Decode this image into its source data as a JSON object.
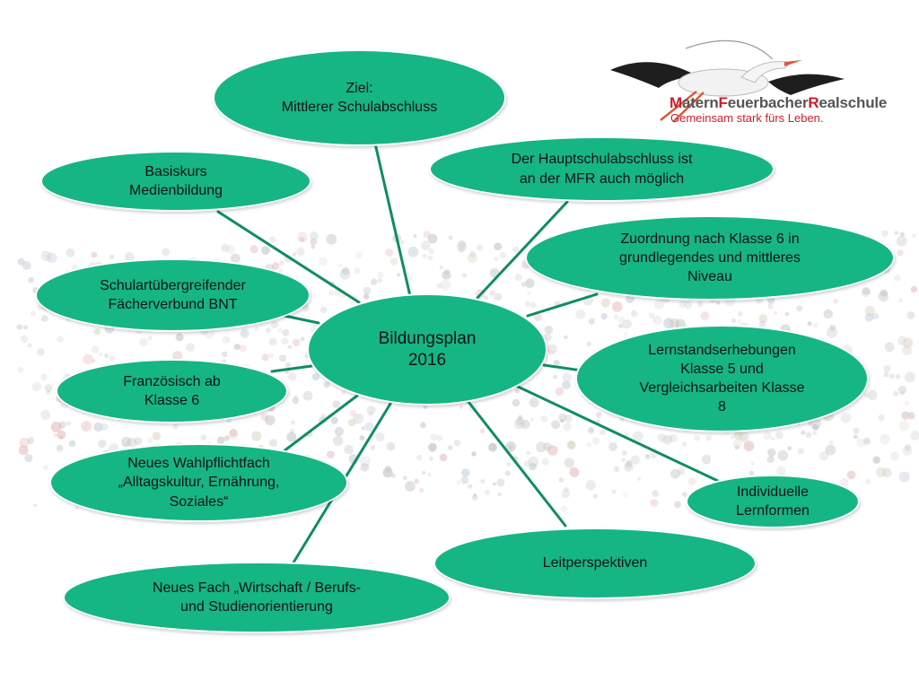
{
  "center": {
    "lines": "Bildungsplan\n2016"
  },
  "nodes": [
    {
      "id": "ziel",
      "lines": "Ziel:\nMittlerer Schulabschluss"
    },
    {
      "id": "hauptschulabschluss",
      "lines": "Der Hauptschulabschluss ist\nan der MFR auch möglich"
    },
    {
      "id": "basiskurs",
      "lines": "Basiskurs\nMedienbildung"
    },
    {
      "id": "zuordnung",
      "lines": "Zuordnung nach Klasse 6 in\ngrundlegendes und mittleres\nNiveau"
    },
    {
      "id": "bnt",
      "lines": "Schulartübergreifender\nFächerverbund BNT"
    },
    {
      "id": "lernstand",
      "lines": "Lernstandserhebungen\nKlasse 5 und\nVergleichsarbeiten Klasse\n8"
    },
    {
      "id": "franzoesisch",
      "lines": "Französisch ab\nKlasse 6"
    },
    {
      "id": "wahlpflichtfach",
      "lines": "Neues Wahlpflichtfach\n„Alltagskultur, Ernährung,\nSoziales“"
    },
    {
      "id": "lernformen",
      "lines": "Individuelle\nLernformen"
    },
    {
      "id": "leitperspektiven",
      "lines": "Leitperspektiven"
    },
    {
      "id": "wirtschaft",
      "lines": "Neues Fach „Wirtschaft / Berufs-\nund Studienorientierung"
    }
  ],
  "logo": {
    "name_parts": [
      {
        "cap": "M",
        "rest": "atern"
      },
      {
        "cap": "F",
        "rest": "euerbacher"
      },
      {
        "cap": "R",
        "rest": "ealschule"
      }
    ],
    "slogan": "Gemeinsam stark fürs Leben."
  },
  "colors": {
    "node_fill": "#16b584",
    "link": "#0f8d63",
    "logo_red": "#c8202f",
    "logo_gray": "#555555"
  }
}
